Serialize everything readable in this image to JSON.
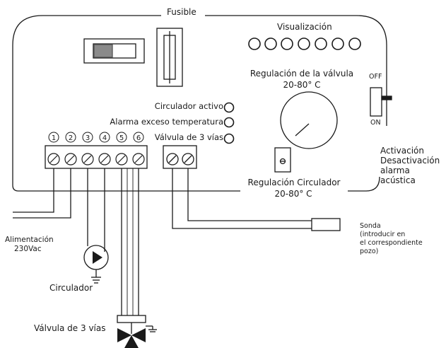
{
  "labels": {
    "fusible": "Fusible",
    "visualizacion": "Visualización",
    "valve_reg_title": "Regulación de la válvula",
    "valve_reg_range": "20-80° C",
    "off": "OFF",
    "on": "ON",
    "circulador_activo": "Circulador activo",
    "alarma_exceso": "Alarma exceso temperatura",
    "valvula_3_vias_led": "Válvula de 3 vías",
    "activacion": "Activación",
    "desactivacion": "Desactivación",
    "alarma": "alarma",
    "acustica": "acústica",
    "circ_reg_title": "Regulación Circulador",
    "circ_reg_range": "20-80° C",
    "sonda": "Sonda",
    "sonda_note_1": "(introducir en",
    "sonda_note_2": "el correspondiente",
    "sonda_note_3": "pozo)",
    "alimentacion": "Alimentación",
    "alimentacion_voltage": "230Vac",
    "circulador": "Circulador",
    "valvula_3_vias": "Válvula de 3 vías"
  },
  "terminals": [
    "1",
    "2",
    "3",
    "4",
    "5",
    "6"
  ],
  "colors": {
    "line": "#1a1a1a",
    "swatch": "#8a8a8a"
  }
}
